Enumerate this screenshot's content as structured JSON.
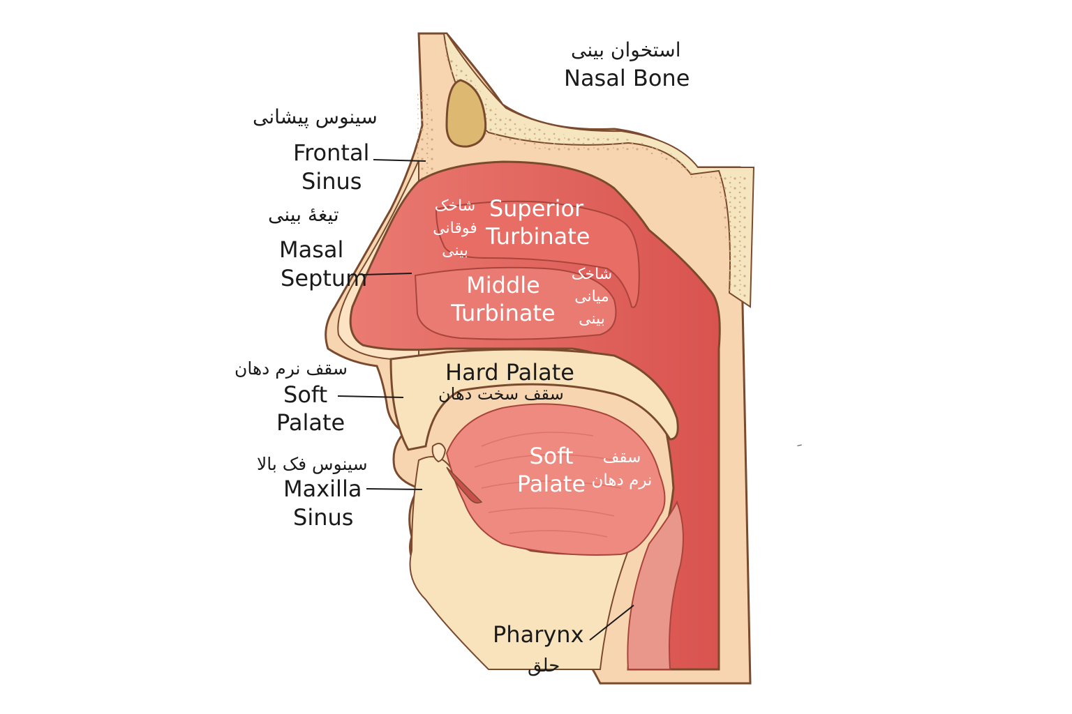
{
  "labels": {
    "nasal_bone_fa": "استخوان بینی",
    "nasal_bone_en": "Nasal Bone",
    "frontal_sinus_fa": "سینوس پیشانی",
    "frontal_sinus_en_1": "Frontal",
    "frontal_sinus_en_2": "Sinus",
    "septum_fa": "تیغهٔ بینی",
    "septum_en_1": "Masal",
    "septum_en_2": "Septum",
    "superior_fa_1": "شاخک",
    "superior_fa_2": "فوقانی",
    "superior_fa_3": "بینی",
    "superior_en_1": "Superior",
    "superior_en_2": "Turbinate",
    "middle_en_1": "Middle",
    "middle_en_2": "Turbinate",
    "middle_fa_1": "شاخک",
    "middle_fa_2": "میانی",
    "middle_fa_3": "بینی",
    "soft_palate_left_fa": "سقف نرم دهان",
    "soft_palate_left_en_1": "Soft",
    "soft_palate_left_en_2": "Palate",
    "hard_palate_en": "Hard Palate",
    "hard_palate_fa": "سقف سخت دهان",
    "maxilla_fa": "سینوس فک بالا",
    "maxilla_en_1": "Maxilla",
    "maxilla_en_2": "Sinus",
    "tongue_en_1": "Soft",
    "tongue_en_2": "Palate",
    "tongue_fa_1": "سقف",
    "tongue_fa_2": "نرم دهان",
    "pharynx_en": "Pharynx",
    "pharynx_fa": "حلق",
    "stray_mark": "َ"
  },
  "colors": {
    "skin": "#f7d5b0",
    "skin_light": "#fbe3c4",
    "bone": "#f6e6bf",
    "bone_dots": "#c9a679",
    "sinus": "#dcb870",
    "outline": "#7a4a2e",
    "cavity": "#e05a55",
    "cavity_light": "#ea7b72",
    "tongue": "#ee8a80",
    "palate": "#f8e3bd",
    "pharynx_tube": "#e9978a",
    "leader": "#1a1a1a"
  }
}
